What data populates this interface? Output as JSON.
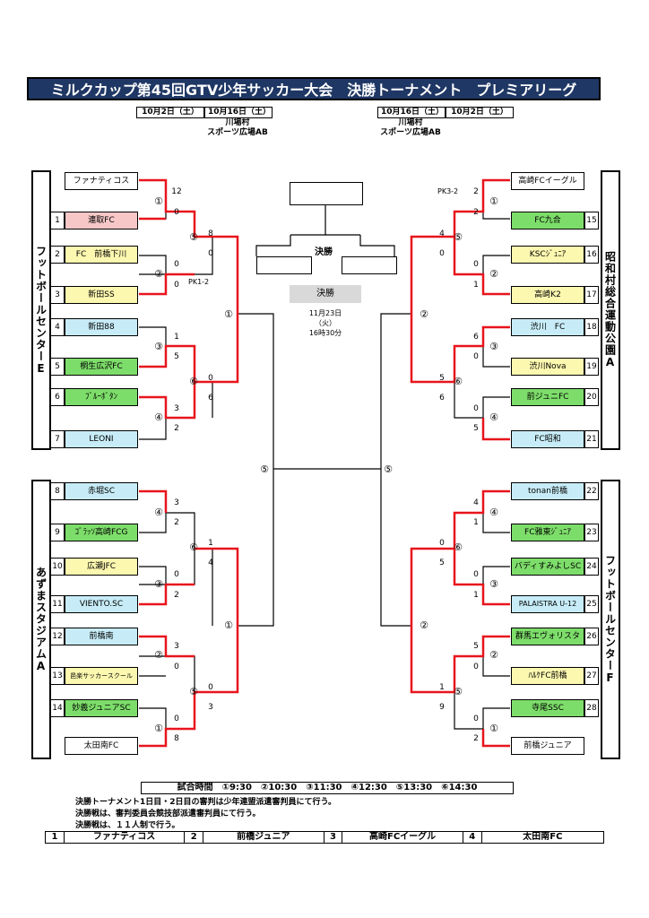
{
  "title": "ミルクカップ第45回GTV少年サッカー大会　決勝トーナメント　プレミアリーグ",
  "dates_left": {
    "d1": "10月2日（土）",
    "d2": "10月16日（土）",
    "venue1": "川場村",
    "venue2": "スポーツ広場AB"
  },
  "dates_right": {
    "d1": "10月16日（土）",
    "d2": "10月2日（土）",
    "venue1": "川場村",
    "venue2": "スポーツ広場AB"
  },
  "venues": {
    "left_top": "フットボールセンターE",
    "left_bottom": "あずまスタジアムA",
    "right_top": "昭和村総合運動公園A",
    "right_bottom": "フットボールセンターF"
  },
  "teams_left_top": [
    {
      "no": "",
      "name": "ファナティコス"
    },
    {
      "no": "1",
      "name": "連取FC"
    },
    {
      "no": "2",
      "name": "FC　前橋下川"
    },
    {
      "no": "3",
      "name": "新田SS"
    },
    {
      "no": "4",
      "name": "新田88"
    },
    {
      "no": "5",
      "name": "桐生広沢FC"
    },
    {
      "no": "6",
      "name": "ﾌﾞﾙｰﾎﾞﾀﾝ"
    },
    {
      "no": "7",
      "name": "LEONI"
    }
  ],
  "teams_left_bottom": [
    {
      "no": "8",
      "name": "赤堀SC"
    },
    {
      "no": "9",
      "name": "ｺﾞﾗｯｿ高崎FCG"
    },
    {
      "no": "10",
      "name": "広瀬JFC"
    },
    {
      "no": "11",
      "name": "VIENTO.SC"
    },
    {
      "no": "12",
      "name": "前橋南"
    },
    {
      "no": "13",
      "name": "邑楽サッカースクール"
    },
    {
      "no": "14",
      "name": "妙義ジュニアSC"
    },
    {
      "no": "",
      "name": "太田南FC"
    }
  ],
  "teams_right_top": [
    {
      "no": "",
      "name": "高崎FCイーグル"
    },
    {
      "no": "15",
      "name": "FC九合"
    },
    {
      "no": "16",
      "name": "KSCｼﾞｭﾆｱ"
    },
    {
      "no": "17",
      "name": "高崎K2"
    },
    {
      "no": "18",
      "name": "渋川　FC"
    },
    {
      "no": "19",
      "name": "渋川Nova"
    },
    {
      "no": "20",
      "name": "前ジュニFC"
    },
    {
      "no": "21",
      "name": "FC昭和"
    }
  ],
  "teams_right_bottom": [
    {
      "no": "22",
      "name": "tonan前橋"
    },
    {
      "no": "23",
      "name": "FC雅東ｼﾞｭﾆｱ"
    },
    {
      "no": "24",
      "name": "バディすみよしSC"
    },
    {
      "no": "25",
      "name": "PALAISTRA U-12"
    },
    {
      "no": "26",
      "name": "群馬エヴォリスタ"
    },
    {
      "no": "27",
      "name": "ﾊﾙｹFC前橋"
    },
    {
      "no": "28",
      "name": "寺尾SSC"
    },
    {
      "no": "",
      "name": "前橋ジュニア"
    }
  ],
  "scores": {
    "lt": [
      "12",
      "0",
      "0",
      "0",
      "1",
      "5",
      "3",
      "2",
      "8",
      "0",
      "0",
      "6"
    ],
    "lb": [
      "3",
      "2",
      "0",
      "2",
      "3",
      "0",
      "0",
      "8",
      "1",
      "4",
      "0",
      "3"
    ],
    "rt": [
      "2",
      "2",
      "0",
      "1",
      "6",
      "0",
      "0",
      "5",
      "4",
      "0",
      "5",
      "6"
    ],
    "rb": [
      "4",
      "1",
      "0",
      "1",
      "5",
      "0",
      "0",
      "2",
      "0",
      "5",
      "1",
      "9"
    ]
  },
  "pk_left": "PK1-2",
  "pk_right": "PK3-2",
  "match_labels": {
    "m1": "①",
    "m2": "②",
    "m3": "③",
    "m4": "④",
    "m5": "⑤",
    "m6": "⑥"
  },
  "final": {
    "title": "決勝",
    "label": "決勝",
    "date": "11月23日",
    "day": "（火）",
    "time": "16時30分"
  },
  "schedule": "試合時間　①9:30　②10:30　③11:30　④12:30　⑤13:30　⑥14:30",
  "notes": [
    "決勝トーナメント1日目・2日目の審判は少年連盟派遣審判員にて行う。",
    "決勝戦は、審判委員会競技部派遣審判員にて行う。",
    "決勝戦は、１１人制で行う。"
  ],
  "ranking": [
    {
      "rank": "1",
      "team": "ファナティコス"
    },
    {
      "rank": "2",
      "team": "前橋ジュニア"
    },
    {
      "rank": "3",
      "team": "高崎FCイーグル"
    },
    {
      "rank": "4",
      "team": "太田南FC"
    }
  ],
  "colors": {
    "title_bg": "#1f3764",
    "winner_line": "#e8141c",
    "line": "#000000"
  }
}
